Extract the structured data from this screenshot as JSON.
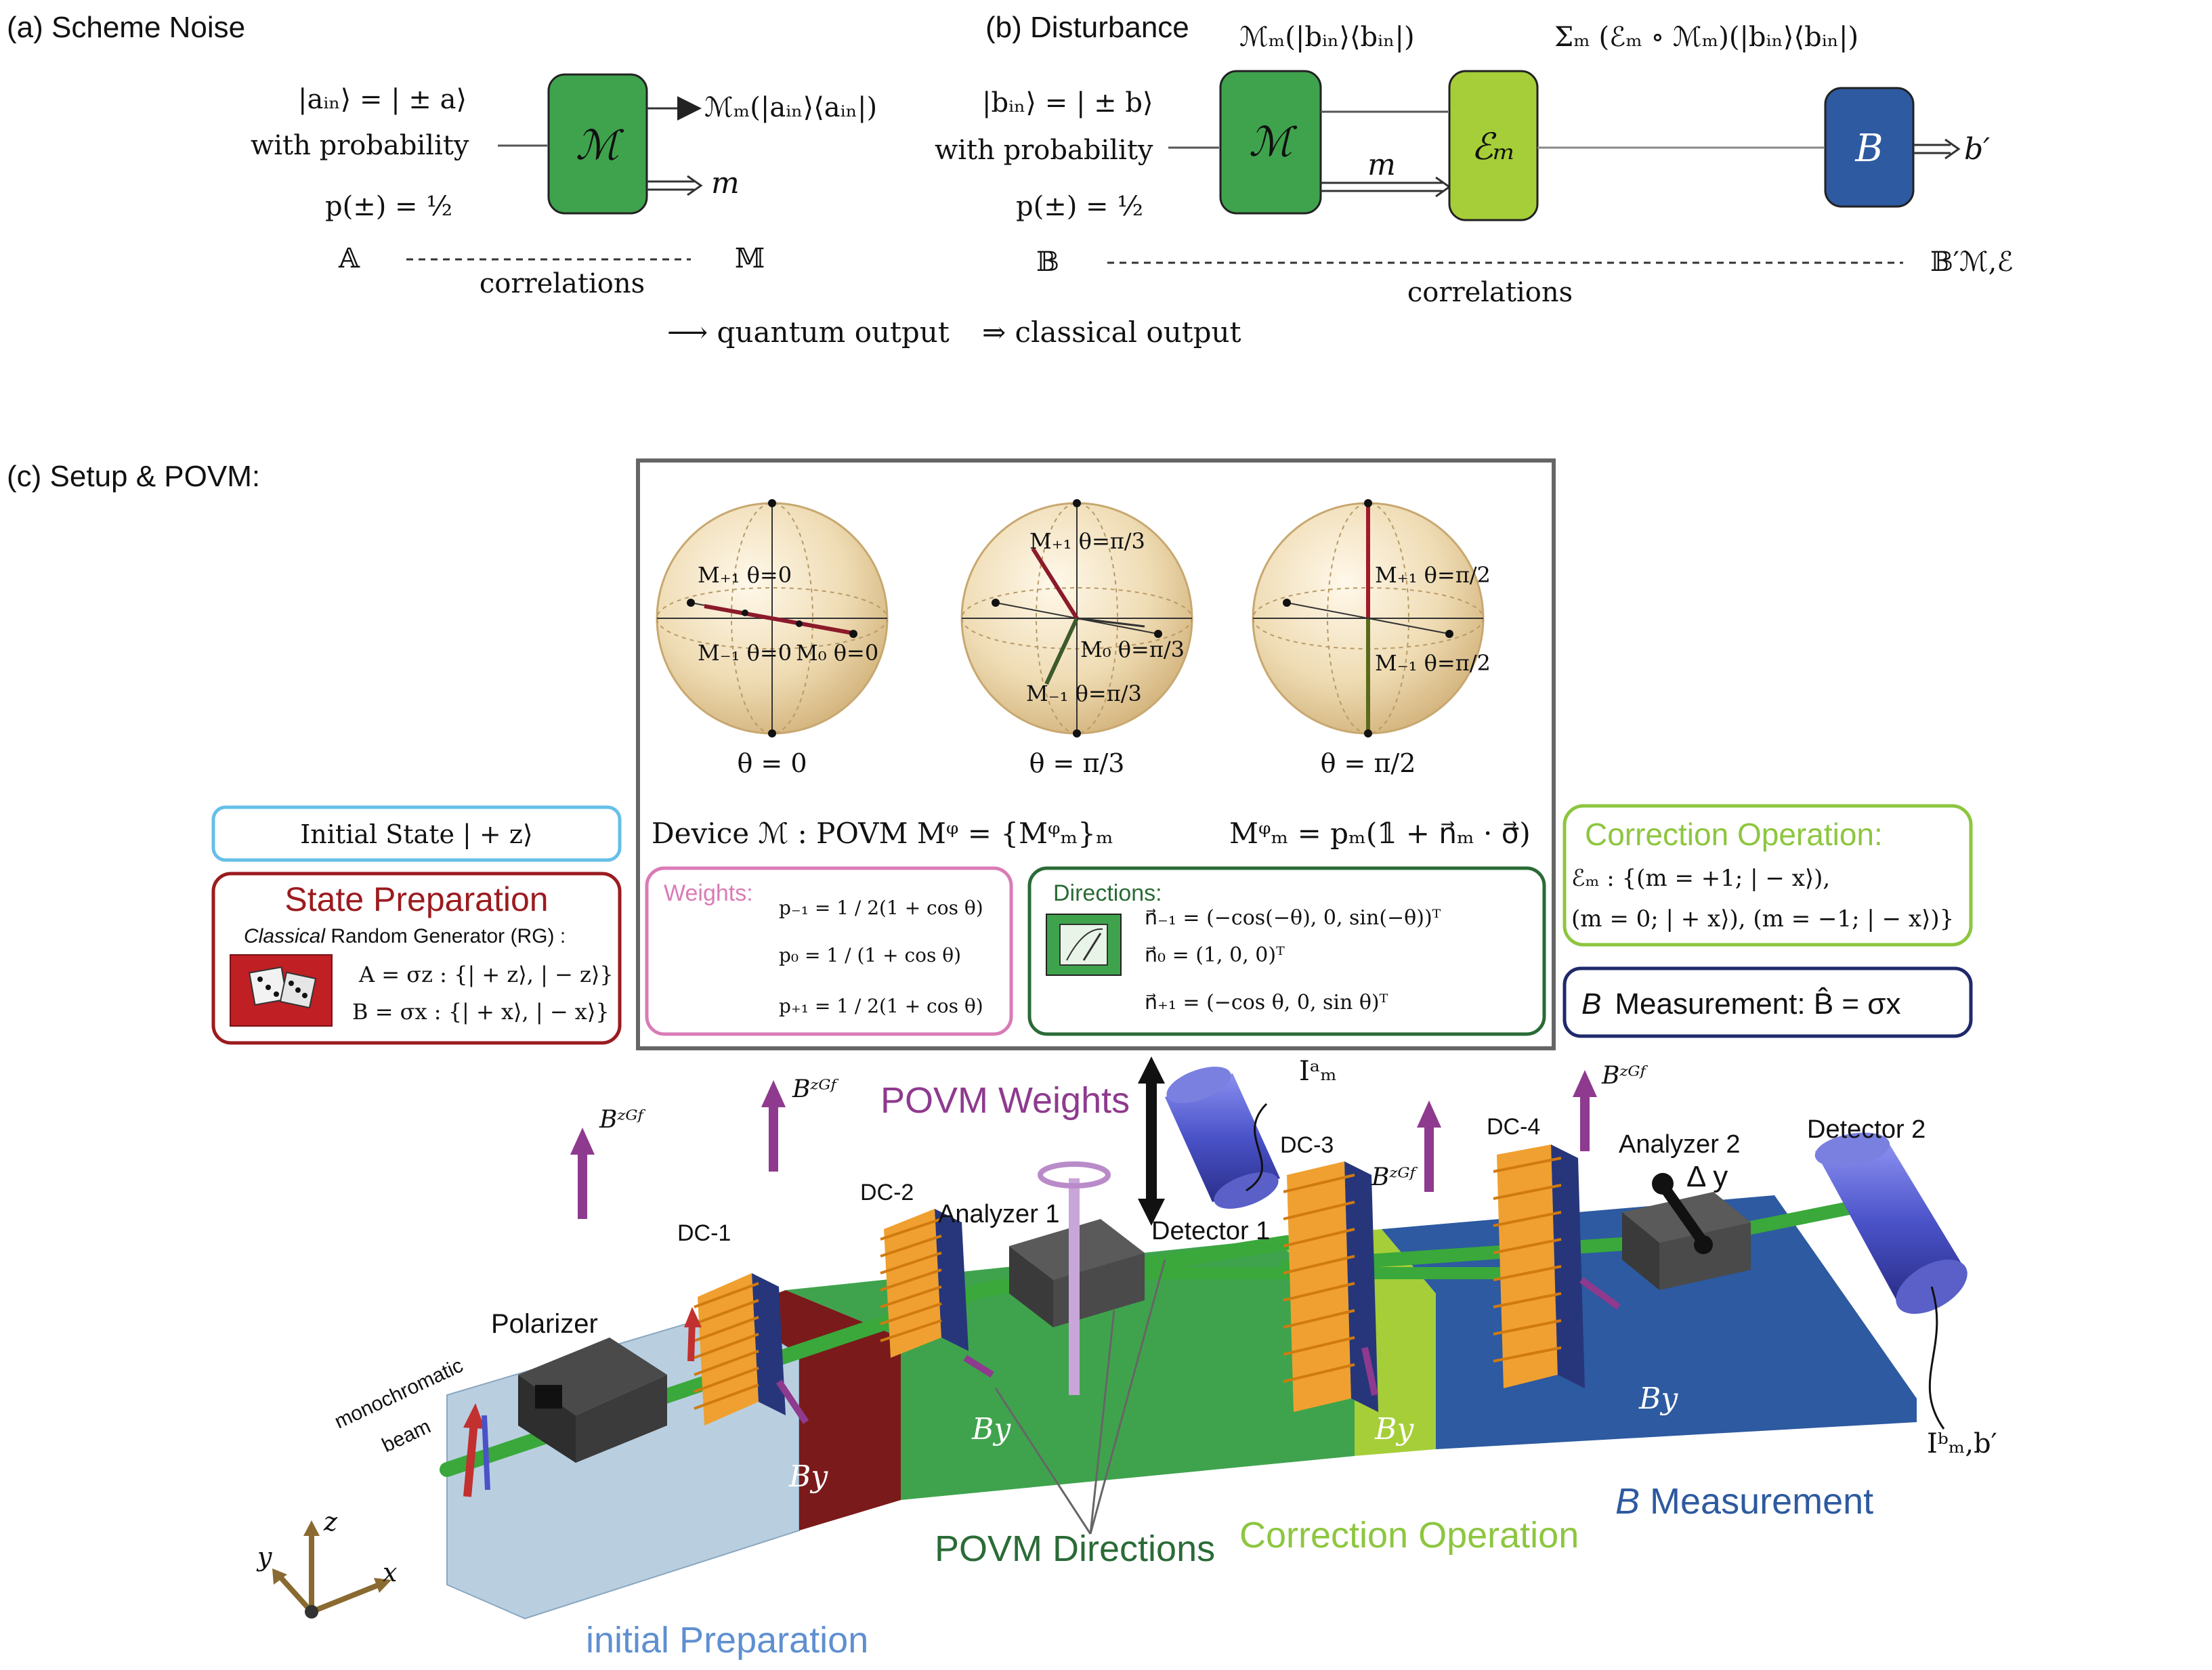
{
  "panel_a": {
    "title": "(a) Scheme Noise",
    "input_state": "|aᵢₙ⟩ = | ± a⟩",
    "with_probability": "with probability",
    "probability": "p(±) = ½",
    "device_label": "ℳ",
    "quantum_out": "ℳₘ(|aᵢₙ⟩⟨aᵢₙ|)",
    "classical_out": "m",
    "left_var": "𝔸",
    "right_var": "𝕄",
    "correlations": "correlations"
  },
  "panel_b": {
    "title": "(b) Disturbance",
    "input_state": "|bᵢₙ⟩ = | ± b⟩",
    "with_probability": "with probability",
    "probability": "p(±) = ½",
    "device_label": "ℳ",
    "intermediate": "ℳₘ(|bᵢₙ⟩⟨bᵢₙ|)",
    "sum_label": "Σₘ (ℰₘ ∘ ℳₘ)(|bᵢₙ⟩⟨bᵢₙ|)",
    "m_label": "m",
    "correction_label": "ℰₘ",
    "measure_label": "B",
    "output": "b′",
    "left_var": "𝔹",
    "right_var": "𝔹′ℳ,ℰ",
    "correlations": "correlations"
  },
  "legend": {
    "quantum": "⟶ quantum output",
    "classical": "⇒ classical output"
  },
  "panel_c": {
    "title": "(c) Setup & POVM:",
    "spheres": [
      {
        "caption": "θ = 0",
        "m_plus": "M₊₁ θ=0",
        "m_minus": "M₋₁ θ=0",
        "m_zero": "M₀ θ=0"
      },
      {
        "caption": "θ = π/3",
        "m_plus": "M₊₁ θ=π/3",
        "m_minus": "M₋₁ θ=π/3",
        "m_zero": "M₀ θ=π/3"
      },
      {
        "caption": "θ = π/2",
        "m_plus": "M₊₁ θ=π/2",
        "m_minus": "M₋₁ θ=π/2",
        "m_zero": ""
      }
    ],
    "device_line": "Device ℳ :  POVM  Mᵠ = {Mᵠₘ}ₘ",
    "povm_formula": "Mᵠₘ = pₘ(𝟙 + n⃗ₘ · σ⃗)",
    "weights": {
      "title": "Weights:",
      "p_minus": "p₋₁ = 1 / 2(1 + cos θ)",
      "p_zero": "p₀ = 1 / (1 + cos θ)",
      "p_plus": "p₊₁ = 1 / 2(1 + cos θ)"
    },
    "directions": {
      "title": "Directions:",
      "n_minus": "n⃗₋₁ = (−cos(−θ), 0, sin(−θ))ᵀ",
      "n_zero": "n⃗₀ = (1, 0, 0)ᵀ",
      "n_plus": "n⃗₊₁ = (−cos θ, 0, sin θ)ᵀ"
    },
    "initial_state": "Initial State | + z⟩",
    "state_prep": {
      "title": "State Preparation",
      "rg_italic": "Classical",
      "rg_rest": " Random Generator (RG) :",
      "a_line": "A = σz : {| + z⟩, | − z⟩}",
      "b_line": "B = σx : {| + x⟩, | − x⟩}"
    },
    "correction": {
      "title": "Correction Operation:",
      "line1": "ℰₘ : {(m = +1; | − x⟩),",
      "line2": "(m = 0; | + x⟩), (m = −1; | − x⟩)}"
    },
    "b_measurement": {
      "b": "B",
      "text": "Measurement: B̂ = σx"
    },
    "apparatus": {
      "monochromatic": "monochromatic",
      "beam": "beam",
      "polarizer": "Polarizer",
      "dc1": "DC-1",
      "dc2": "DC-2",
      "dc3": "DC-3",
      "dc4": "DC-4",
      "analyzer1": "Analyzer 1",
      "analyzer2": "Analyzer 2",
      "delta_y": "Δ y",
      "detector1": "Detector 1",
      "detector2": "Detector 2",
      "povm_weights": "POVM Weights",
      "povm_directions": "POVM Directions",
      "correction_op": "Correction Operation",
      "b_measurement_b": "B",
      "b_measurement_rest": " Measurement",
      "initial_prep": "initial Preparation",
      "bz_gf": "Bᶻᴳᶠ",
      "by": "By",
      "i_am": "Iᵃₘ",
      "i_bmb": "Iᵇₘ,b′",
      "axis_x": "x",
      "axis_y": "y",
      "axis_z": "z"
    }
  },
  "colors": {
    "green_box": "#3fa34d",
    "lime_box": "#a6ce39",
    "blue_box": "#2d5aa0",
    "state_prep_red": "#9b1b1f",
    "weights_pink": "#d97bb6",
    "directions_green": "#2a6b36",
    "correction_lime": "#8dc63f",
    "bmeas_navy": "#1f2a6b",
    "initial_blue": "#66bfe8",
    "povm_purple": "#8e3a8e",
    "dc_orange": "#f0a030",
    "dc_navy": "#27367a"
  }
}
